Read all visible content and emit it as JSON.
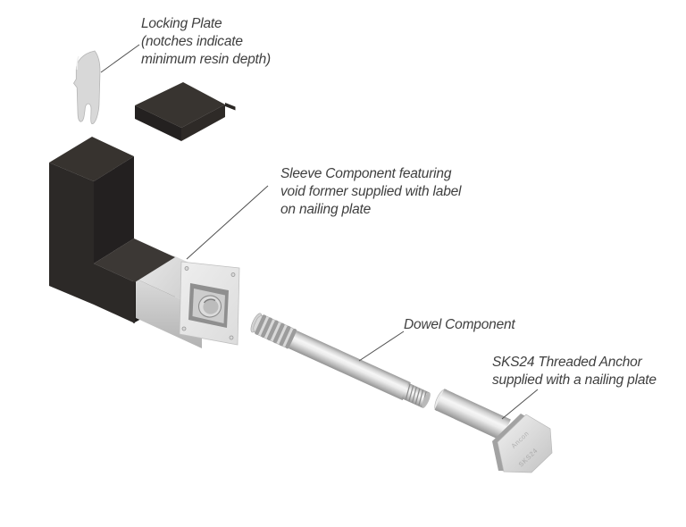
{
  "figure": {
    "title": "SKS24 dowel system exploded assembly diagram",
    "background": "#ffffff",
    "ink_color": "#3f3f3f",
    "leader_color": "#4f4f4f",
    "labels": {
      "locking_plate": {
        "line1": "Locking Plate",
        "line2": "(notches indicate",
        "line3": "minimum resin depth)"
      },
      "sleeve": {
        "line1": "Sleeve Component featuring",
        "line2": "void former supplied with label",
        "line3": "on nailing plate"
      },
      "dowel": {
        "line1": "Dowel Component"
      },
      "anchor": {
        "line1": "SKS24 Threaded Anchor",
        "line2": "supplied with a nailing plate"
      }
    },
    "engravings": {
      "brand": "Ancon",
      "model": "SKS24"
    },
    "colors": {
      "black_part_dark": "#232020",
      "black_part_mid": "#2c2927",
      "black_part_top": "#37332f",
      "metal_light": "#f2f2f2",
      "metal_mid": "#c9c9c9",
      "metal_dark": "#9a9a9a",
      "plate_face": "#e7e7e7"
    }
  }
}
